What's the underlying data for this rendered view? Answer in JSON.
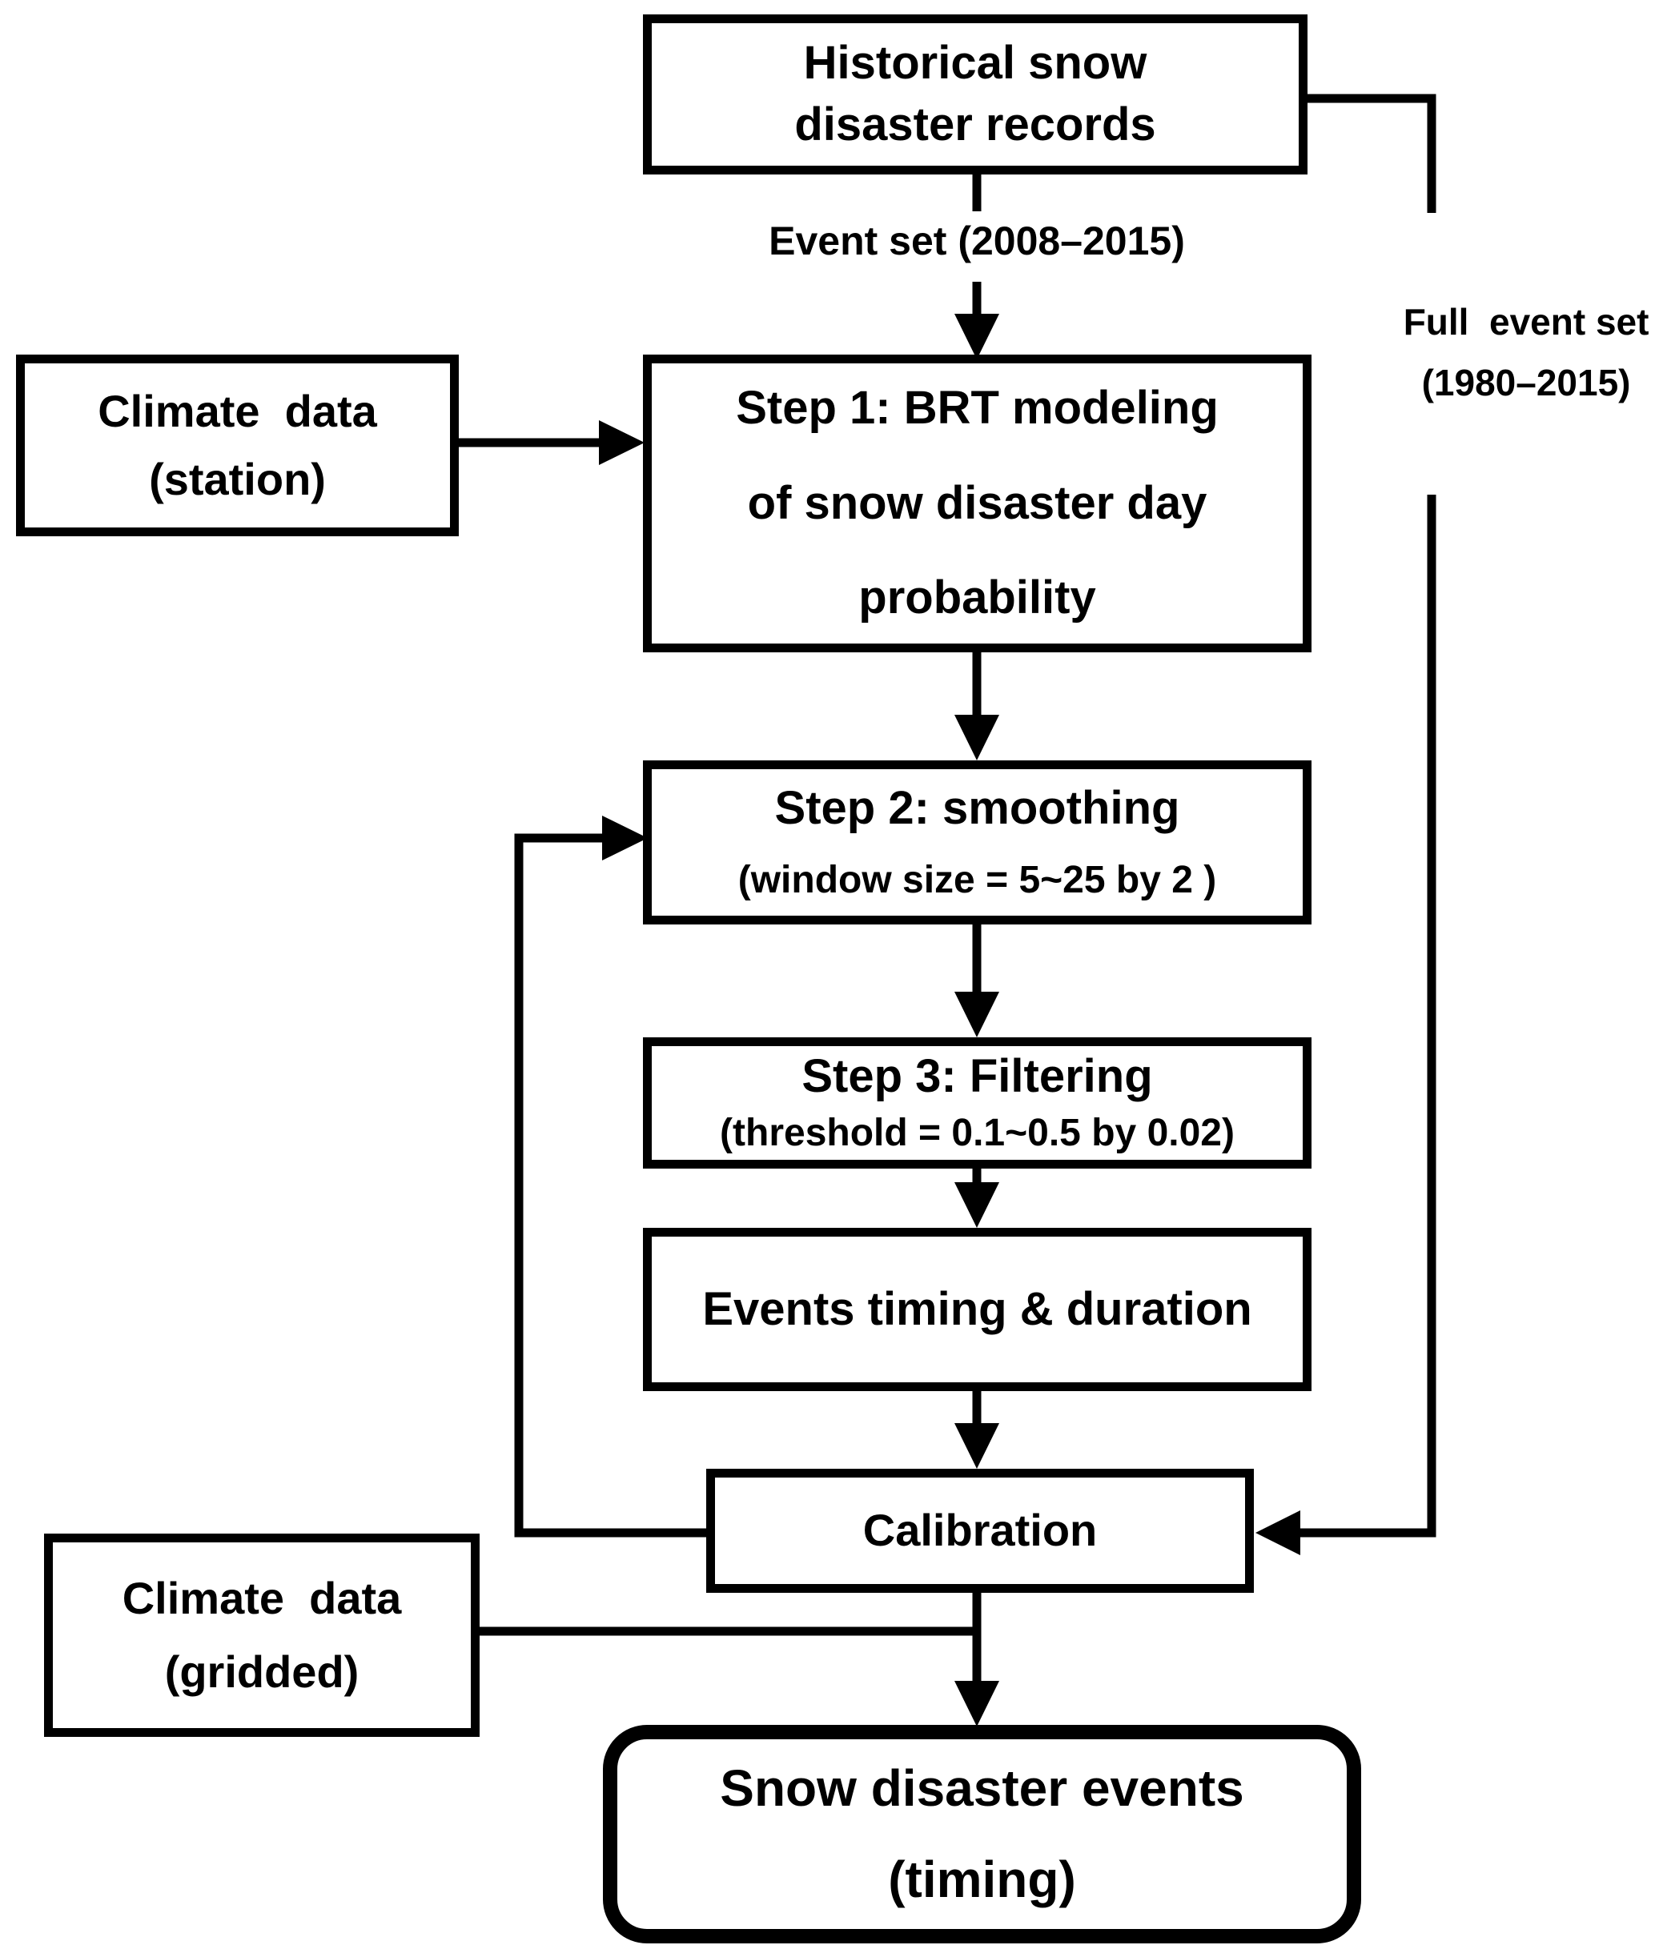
{
  "diagram": {
    "colors": {
      "ink": "#000000",
      "background": "#ffffff"
    },
    "nodes": {
      "historical": {
        "line1": "Historical snow",
        "line2": "disaster records"
      },
      "climate_station": {
        "line1": "Climate  data",
        "line2": "(station)"
      },
      "step1": {
        "line1": "Step 1: BRT modeling",
        "line2": "of snow disaster day",
        "line3": "probability"
      },
      "step2": {
        "title": "Step 2: smoothing",
        "subtitle": "(window size = 5~25 by 2 )"
      },
      "step3": {
        "title": "Step 3: Filtering",
        "subtitle": "(threshold = 0.1~0.5 by 0.02)"
      },
      "events_timing": {
        "label": "Events timing & duration"
      },
      "calibration": {
        "label": "Calibration"
      },
      "climate_gridded": {
        "line1": "Climate  data",
        "line2": "(gridded)"
      },
      "final_output": {
        "line1": "Snow disaster events",
        "line2": "(timing)"
      }
    },
    "edge_labels": {
      "event_set": "Event set (2008–2015)",
      "full_event_set_line1": "Full  event set",
      "full_event_set_line2": "(1980–2015)"
    }
  }
}
